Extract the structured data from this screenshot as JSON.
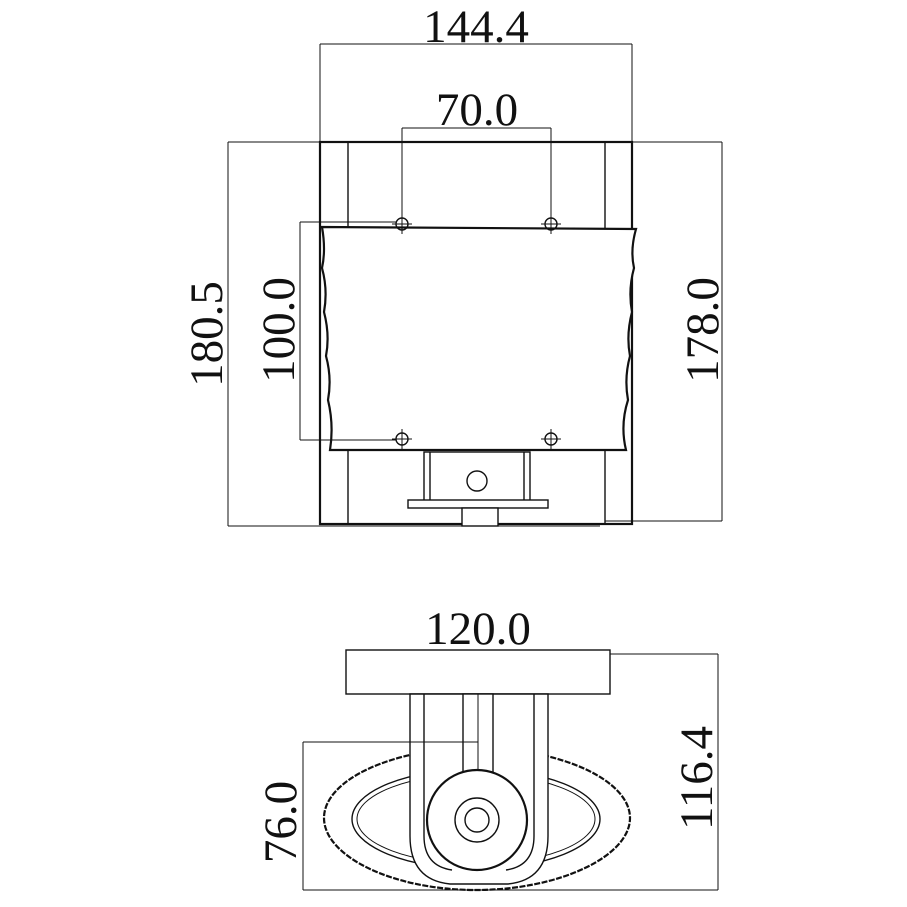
{
  "front_view": {
    "width_overall": "144.4",
    "hole_spacing": "70.0",
    "height_overall": "180.5",
    "hole_height": "100.0",
    "height_right": "178.0"
  },
  "bottom_view": {
    "width": "120.0",
    "depth_overall": "116.4",
    "depth_shade": "76.0"
  }
}
